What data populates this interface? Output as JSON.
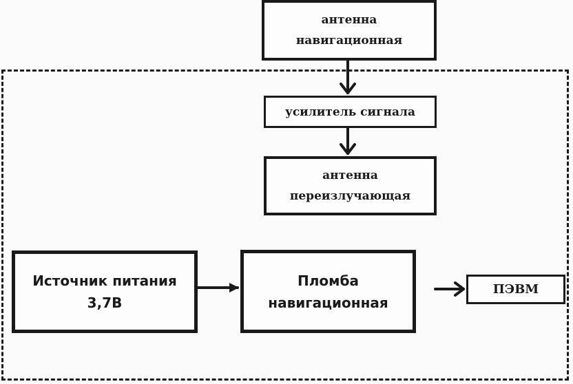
{
  "diagram": {
    "container": {
      "style": "dashed"
    },
    "blocks": {
      "antenna_nav": {
        "lines": [
          "антенна",
          "навигационная"
        ]
      },
      "amplifier": {
        "lines": [
          "усилитель сигнала"
        ]
      },
      "antenna_re": {
        "lines": [
          "антенна",
          "переизлучающая"
        ]
      },
      "power": {
        "lines": [
          "Источник питания",
          "3,7В"
        ]
      },
      "seal": {
        "lines": [
          "Пломба",
          "навигационная"
        ]
      },
      "pc": {
        "lines": [
          "ПЭВМ"
        ]
      }
    },
    "connections": [
      {
        "from": "антенна навигационная",
        "to": "усилитель сигнала"
      },
      {
        "from": "усилитель сигнала",
        "to": "антенна переизлучающая"
      },
      {
        "from": "Источник питания 3,7В",
        "to": "Пломба навигационная"
      },
      {
        "from": "Пломба навигационная",
        "to": "ПЭВМ"
      }
    ]
  }
}
